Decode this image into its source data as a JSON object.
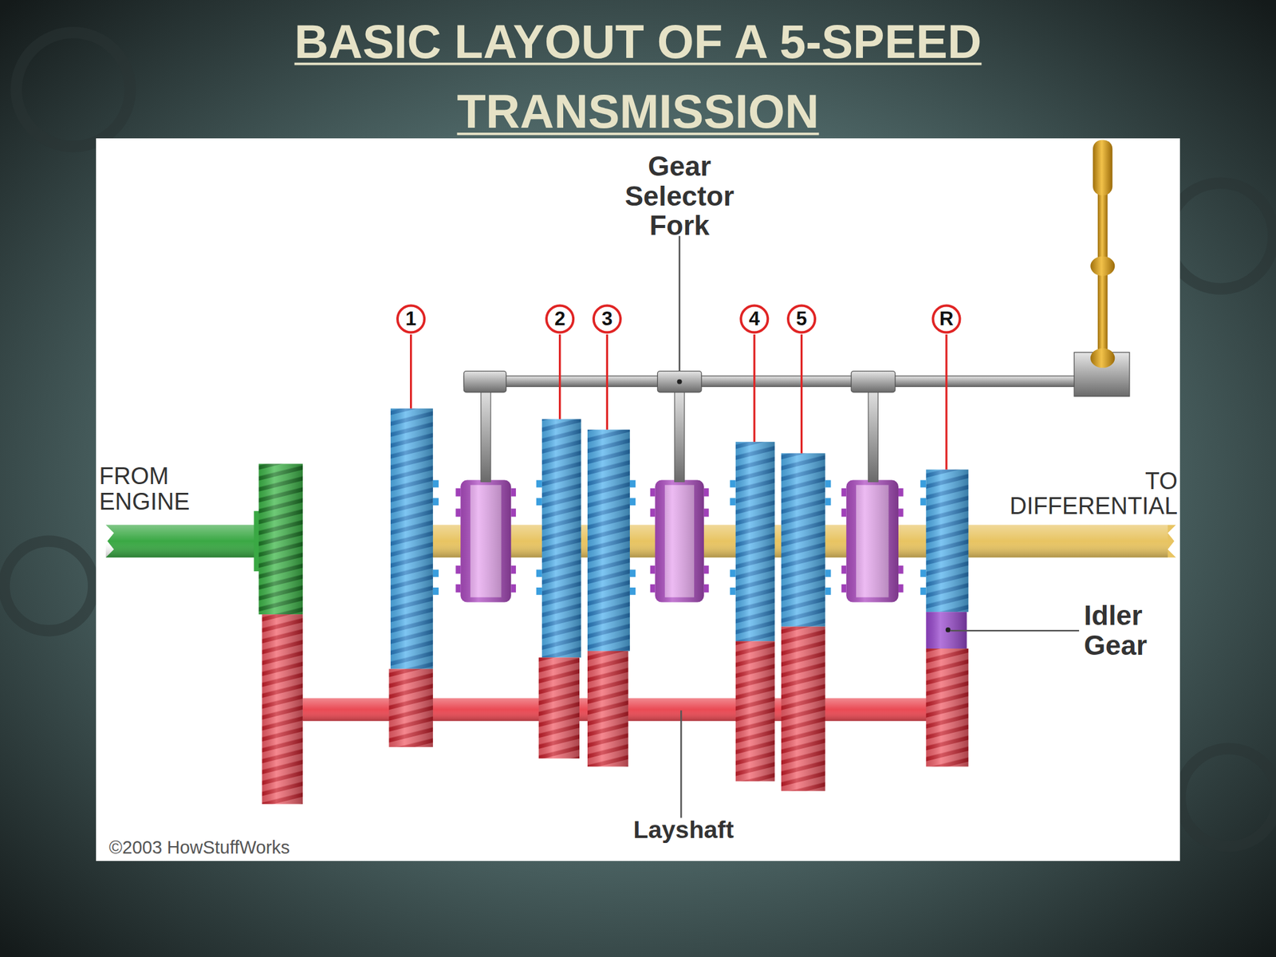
{
  "diagram": {
    "title": "BASIC LAYOUT OF A 5-SPEED TRANSMISSION",
    "nodes": [
      {
        "text": [
          "1"
        ]
      },
      {
        "text": [
          "2"
        ]
      },
      {
        "text": [
          "3"
        ]
      },
      {
        "text": [
          "4"
        ]
      },
      {
        "text": [
          "5"
        ]
      },
      {
        "text": [
          "R"
        ]
      }
    ],
    "labels": [
      "Gear Selector Fork",
      "FROM ENGINE",
      "TO DIFFERENTIAL",
      "Idler Gear",
      "Layshaft",
      "©2003 HowStuffWorks"
    ]
  }
}
